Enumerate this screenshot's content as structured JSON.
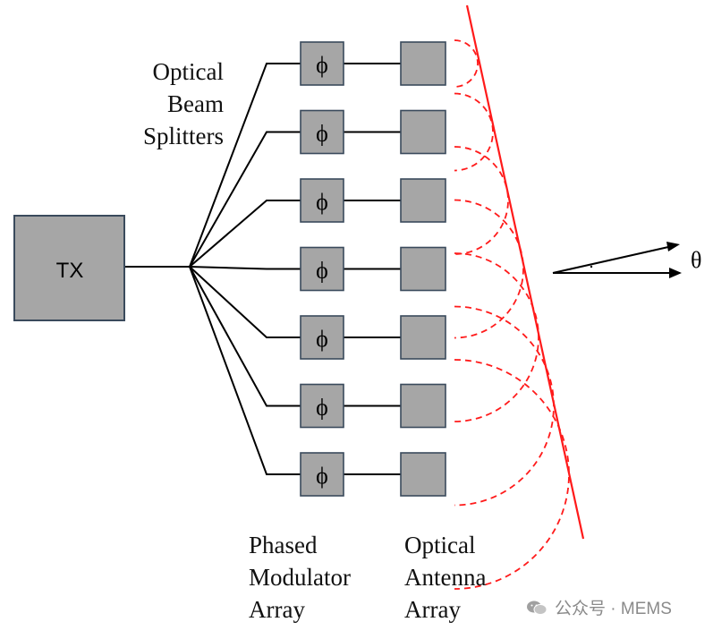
{
  "tx_label": "TX",
  "modulator_symbol": "ϕ",
  "splitter_label": [
    "Optical",
    "Beam",
    "Splitters"
  ],
  "modulator_label": [
    "Phased",
    "Modulator",
    "Array"
  ],
  "antenna_label": [
    "Optical",
    "Antenna",
    "Array"
  ],
  "angle_label": "θ",
  "watermark": "公众号 · MEMS",
  "channels": 7,
  "colors": {
    "box_fill": "#a6a6a6",
    "wave": "#ff1a1a",
    "line": "#000000"
  }
}
